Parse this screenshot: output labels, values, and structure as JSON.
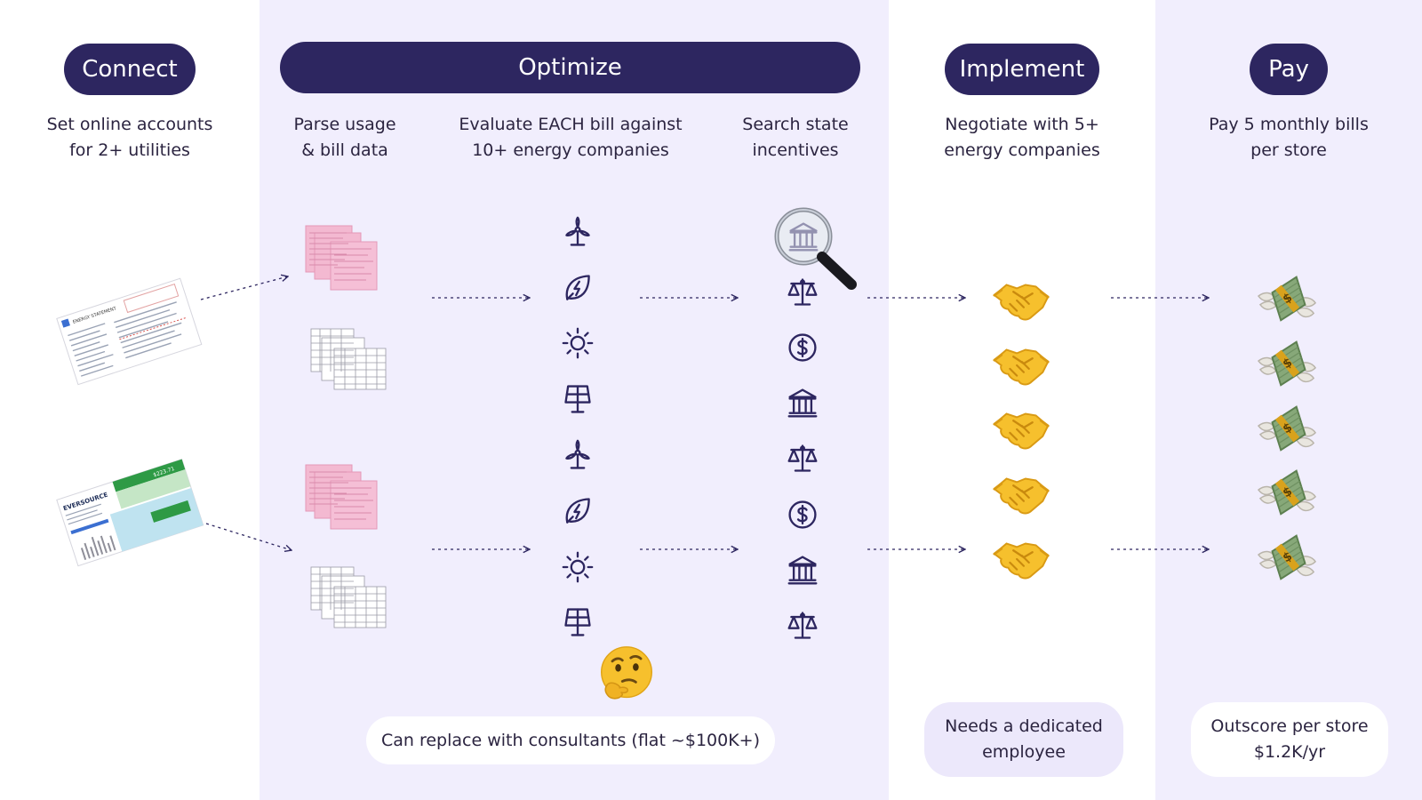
{
  "stages": {
    "connect": {
      "label": "Connect",
      "desc": [
        "Set online accounts",
        "for 2+ utilities"
      ]
    },
    "optimize": {
      "label": "Optimize",
      "steps": [
        {
          "desc": [
            "Parse usage",
            "& bill data"
          ]
        },
        {
          "desc": [
            "Evaluate EACH bill against",
            "10+ energy companies"
          ]
        },
        {
          "desc": [
            "Search state",
            "incentives"
          ]
        }
      ],
      "note": "Can replace with consultants (flat ~$100K+)"
    },
    "implement": {
      "label": "Implement",
      "desc": [
        "Negotiate with 5+",
        "energy companies"
      ],
      "note": [
        "Needs a dedicated",
        "employee"
      ]
    },
    "pay": {
      "label": "Pay",
      "desc": [
        "Pay 5 monthly bills",
        "per store"
      ],
      "note": [
        "Outscore per store",
        "$1.2K/yr"
      ]
    }
  },
  "bills": {
    "bill1": {
      "heading": "ENERGY STATEMENT"
    },
    "bill2": {
      "brand": "EVERSOURCE",
      "amount": "$223.71"
    }
  },
  "icons": {
    "energy_column": [
      "wind-turbine-icon",
      "leaf-bolt-icon",
      "sun-icon",
      "solar-panel-icon",
      "wind-turbine-icon",
      "leaf-bolt-icon",
      "sun-icon",
      "solar-panel-icon"
    ],
    "incentive_column": [
      "bank-magnifier-icon",
      "scale-icon",
      "dollar-coin-icon",
      "bank-icon",
      "scale-icon",
      "dollar-coin-icon",
      "bank-icon",
      "scale-icon"
    ],
    "implement_column": [
      "handshake-icon",
      "handshake-icon",
      "handshake-icon",
      "handshake-icon",
      "handshake-icon"
    ],
    "pay_column": [
      "money-wings-icon",
      "money-wings-icon",
      "money-wings-icon",
      "money-wings-icon",
      "money-wings-icon"
    ],
    "thinking": "thinking-face-icon"
  },
  "colors": {
    "pill": "#2d2660",
    "band": "#f1eefd",
    "icon": "#2d2660",
    "pink_doc": "#f2b6cf"
  }
}
